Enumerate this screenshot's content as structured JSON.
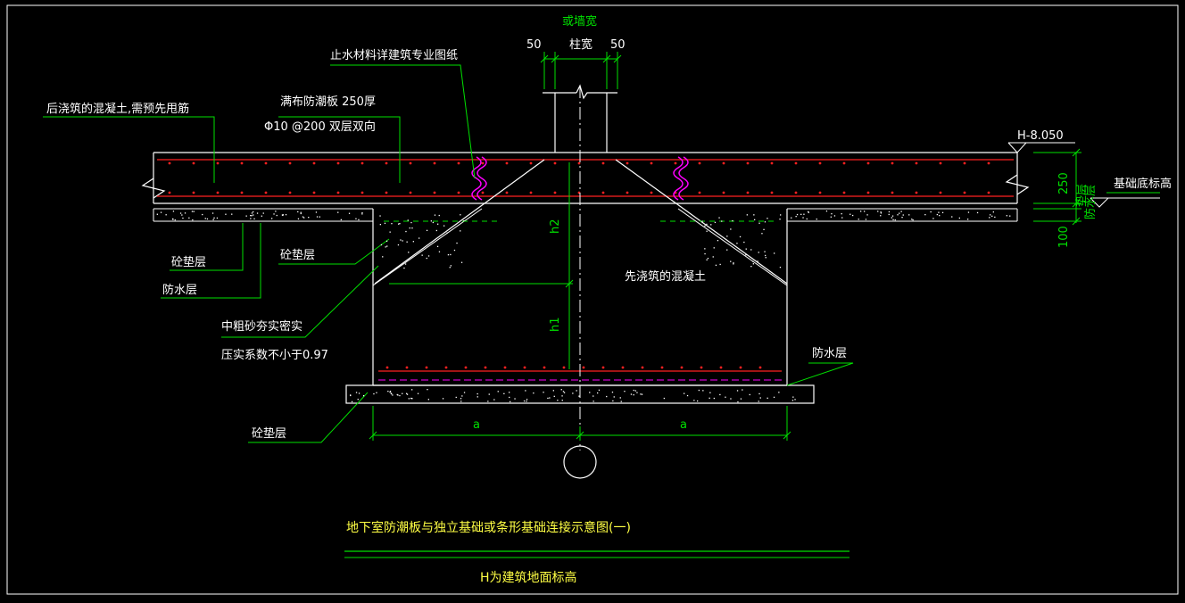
{
  "drawing": {
    "title": "地下室防潮板与独立基础或条形基础连接示意图(一)",
    "note": "H为建筑地面标高",
    "elevation_label": "H-8.050",
    "labels": {
      "post_pour_concrete": "后浇筑的混凝土,需预先甩筋",
      "slab": "满布防潮板 250厚",
      "rebar": "Φ10 @200 双层双向",
      "waterstop": "止水材料详建筑专业图纸",
      "pad_layer_left": "砼垫层",
      "waterproof_left": "防水层",
      "pad_layer_mid": "砼垫层",
      "sand_fill": "中粗砂夯实密实",
      "compaction": "压实系数不小于0.97",
      "pad_layer_bottom": "砼垫层",
      "pre_pour_concrete": "先浇筑的混凝土",
      "waterproof_right": "防水层",
      "foundation_bottom": "基础底标高",
      "waterproof_vertical": "防水层",
      "pad_vertical": "垫层"
    },
    "dims": {
      "wall_width": "或墙宽",
      "column_width": "柱宽",
      "left_50": "50",
      "right_50": "50",
      "thickness_250": "250",
      "thickness_100": "100",
      "h1": "h1",
      "h2": "h2",
      "a_left": "a",
      "a_right": "a"
    }
  },
  "colors": {
    "background": "#000000",
    "outline": "#ffffff",
    "rebar": "#ff2020",
    "leader": "#00e000",
    "waterstop": "#ff00ff",
    "title": "#ffff44"
  }
}
